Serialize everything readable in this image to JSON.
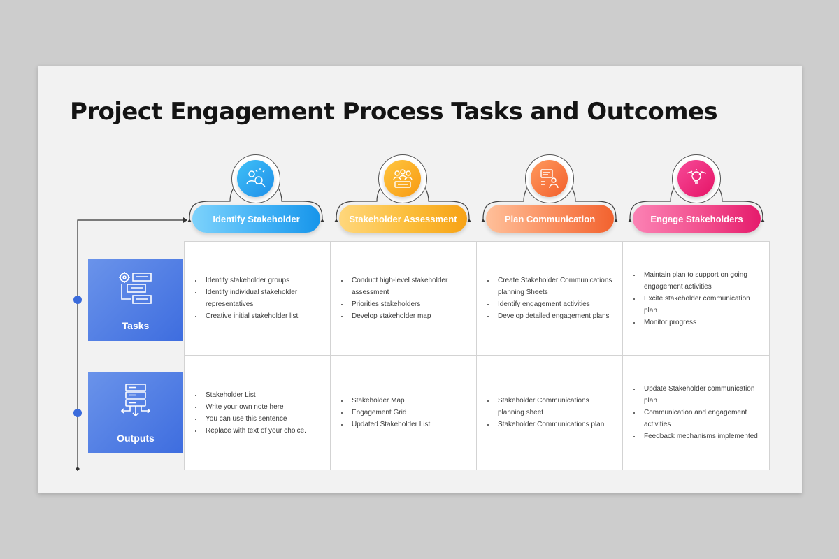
{
  "title": "Project Engagement Process Tasks and Outcomes",
  "stages": [
    {
      "label": "Identify Stakeholder",
      "icon": "stakeholder-search-icon",
      "color": "#2aa6f2"
    },
    {
      "label": "Stakeholder Assessment",
      "icon": "team-assessment-icon",
      "color": "#f8a91c"
    },
    {
      "label": "Plan Communication",
      "icon": "presentation-icon",
      "color": "#f6743e"
    },
    {
      "label": "Engage Stakeholders",
      "icon": "handshake-idea-icon",
      "color": "#ef2b7b"
    }
  ],
  "rows": [
    {
      "label": "Tasks",
      "icon": "task-list-icon",
      "color": "#3e6ddf"
    },
    {
      "label": "Outputs",
      "icon": "server-output-icon",
      "color": "#3e6ddf"
    }
  ],
  "tasks": [
    [
      "Identify stakeholder groups",
      "Identify individual stakeholder representatives",
      "Creative initial stakeholder list"
    ],
    [
      "Conduct high-level stakeholder assessment",
      "Priorities stakeholders",
      "Develop stakeholder map"
    ],
    [
      "Create Stakeholder Communications planning Sheets",
      "Identify engagement activities",
      "Develop detailed engagement plans"
    ],
    [
      "Maintain plan to support on going engagement activities",
      "Excite stakeholder communication plan",
      "Monitor progress"
    ]
  ],
  "outputs": [
    [
      "Stakeholder List",
      "Write your own note here",
      "You can use this sentence",
      "Replace with text of your choice."
    ],
    [
      "Stakeholder Map",
      "Engagement Grid",
      "Updated Stakeholder List"
    ],
    [
      "Stakeholder Communications planning sheet",
      "Stakeholder Communications plan"
    ],
    [
      "Update Stakeholder communication plan",
      "Communication and engagement activities",
      "Feedback mechanisms implemented"
    ]
  ]
}
